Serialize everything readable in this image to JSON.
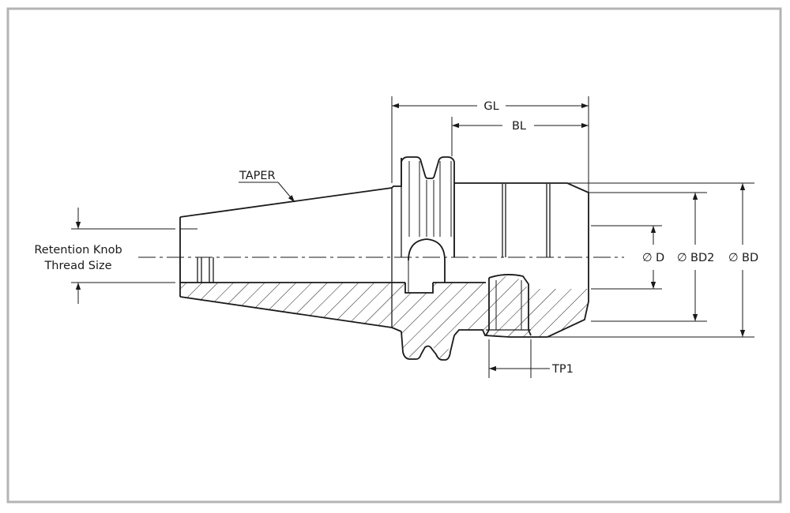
{
  "labels": {
    "gl": "GL",
    "bl": "BL",
    "taper": "TAPER",
    "retention_line1": "Retention Knob",
    "retention_line2": "Thread Size",
    "d": "D",
    "bd2": "BD2",
    "bd": "BD",
    "tp1": "TP1",
    "diameter_symbol": "∅"
  },
  "colors": {
    "line": "#1a1a1a",
    "frame": "#b4b4b4",
    "background": "#ffffff"
  }
}
